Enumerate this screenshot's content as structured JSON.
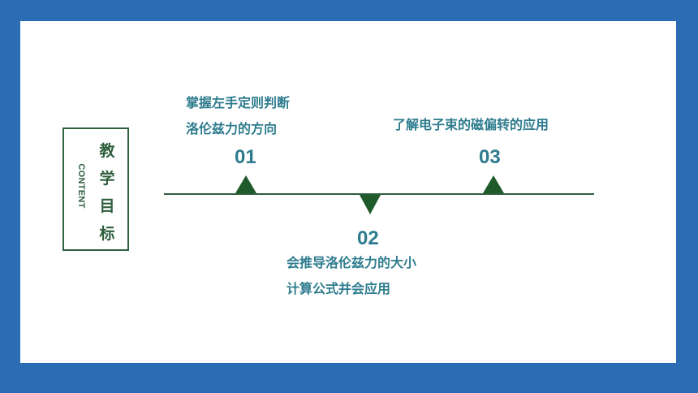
{
  "title": {
    "english": "CONTENT",
    "chars": [
      "教",
      "学",
      "目",
      "标"
    ]
  },
  "items": [
    {
      "number": "01",
      "lines": [
        "掌握左手定则判断",
        "洛伦兹力的方向"
      ]
    },
    {
      "number": "02",
      "lines": [
        "会推导洛伦兹力的大小",
        "计算公式并会应用"
      ]
    },
    {
      "number": "03",
      "lines": [
        "了解电子束的磁偏转的应用"
      ]
    }
  ],
  "colors": {
    "frame": "#2a6db5",
    "accent_green": "#2f5f3e",
    "text_teal": "#2e7c8e"
  }
}
